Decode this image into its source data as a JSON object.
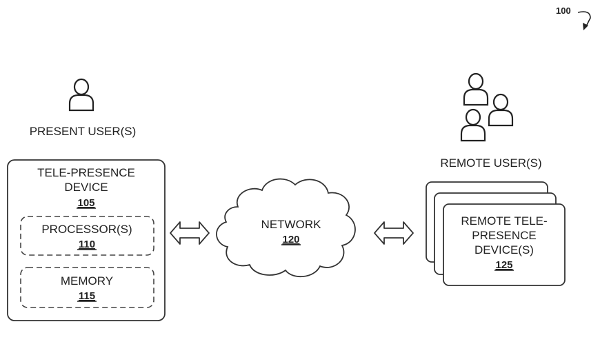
{
  "figure": {
    "ref": "100"
  },
  "present_users": {
    "label": "PRESENT USER(S)"
  },
  "remote_users": {
    "label": "REMOTE USER(S)"
  },
  "tele_presence_device": {
    "title_line1": "TELE-PRESENCE",
    "title_line2": "DEVICE",
    "ref": "105",
    "processor": {
      "label": "PROCESSOR(S)",
      "ref": "110"
    },
    "memory": {
      "label": "MEMORY",
      "ref": "115"
    }
  },
  "network": {
    "label": "NETWORK",
    "ref": "120"
  },
  "remote_device": {
    "line1": "REMOTE TELE-",
    "line2": "PRESENCE",
    "line3": "DEVICE(S)",
    "ref": "125"
  }
}
